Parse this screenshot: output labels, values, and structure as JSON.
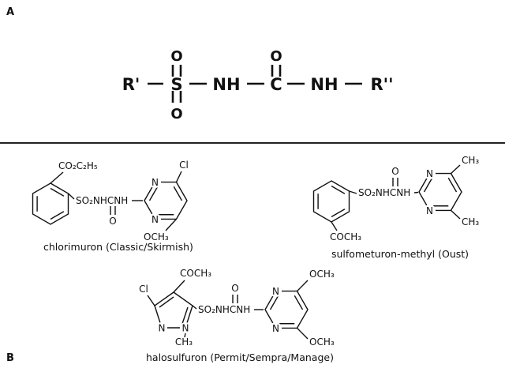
{
  "colors": {
    "ink": "#111111",
    "background": "#ffffff"
  },
  "panel_a": {
    "label": "A",
    "general_structure": {
      "r1": "R'",
      "s": "S",
      "o_top_s": "O",
      "o_bottom_s": "O",
      "nh1": "NH",
      "c": "C",
      "o_top_c": "O",
      "nh2": "NH",
      "r2": "R''"
    }
  },
  "panel_b": {
    "label": "B",
    "chlorimuron": {
      "name": "chlorimuron (Classic/Skirmish)",
      "ester_group": "CO₂C₂H₅",
      "sulfonylurea_chain": "SO₂NHCNH",
      "carbonyl_o": "O",
      "chloro": "Cl",
      "ring_n_top": "N",
      "ring_n_bottom": "N",
      "methoxy": "OCH₃"
    },
    "sulfometuron": {
      "name": "sulfometuron-methyl (Oust)",
      "sulfonylurea_chain": "SO₂NHCNH",
      "carbonyl_o": "O",
      "ester_group": "COCH₃",
      "ring_n_top": "N",
      "ring_n_bottom": "N",
      "methyl_top": "CH₃",
      "methyl_bottom": "CH₃"
    },
    "halosulfuron": {
      "name": "halosulfuron (Permit/Sempra/Manage)",
      "chloro": "Cl",
      "ester_group": "COCH₃",
      "sulfonylurea_chain": "SO₂NHCNH",
      "carbonyl_o": "O",
      "pyrazole_n_left": "N",
      "pyrazole_n_right": "N",
      "n_methyl": "CH₃",
      "ring_n_top": "N",
      "ring_n_bottom": "N",
      "methoxy_top": "OCH₃",
      "methoxy_bottom": "OCH₃"
    }
  }
}
